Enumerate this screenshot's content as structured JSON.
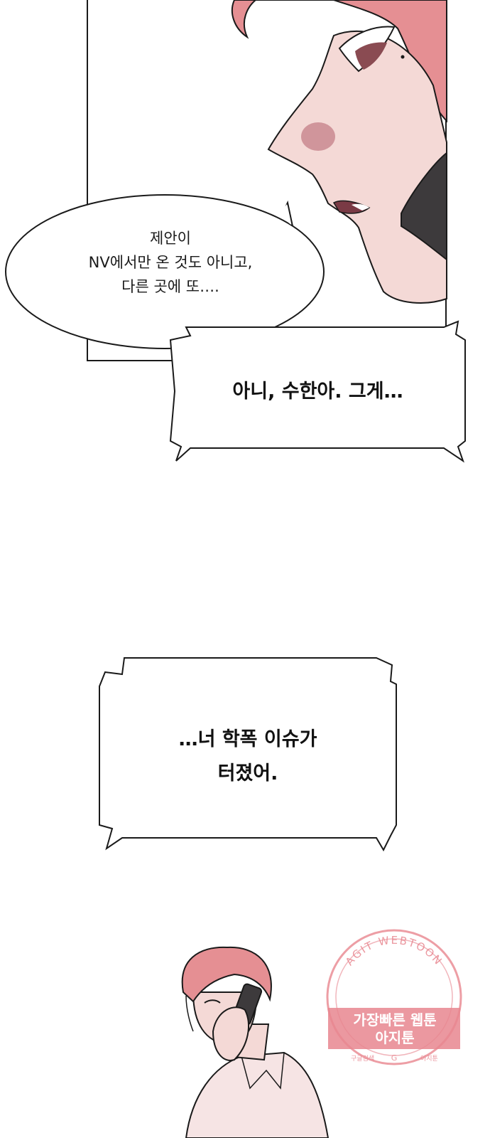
{
  "speech_bubble": {
    "lines": [
      "제안이",
      "NV에서만 온 것도 아니고,",
      "다른 곳에 또…."
    ]
  },
  "narration_box_1": {
    "lines": [
      "아니, 수한아. 그게…"
    ]
  },
  "narration_box_2": {
    "lines": [
      "…너 학폭 이슈가",
      "터졌어."
    ]
  },
  "watermark": {
    "arc_text": "AGIT WEBTOON",
    "line1": "가장빠른 웹툰",
    "line2": "아지툰",
    "footer_left": "구글검색",
    "footer_right": "아지툰",
    "color": "#e8868f"
  },
  "colors": {
    "skin": "#f4d9d6",
    "hair": "#e58f93",
    "blush": "#c98890",
    "phone": "#3d3a3c"
  }
}
